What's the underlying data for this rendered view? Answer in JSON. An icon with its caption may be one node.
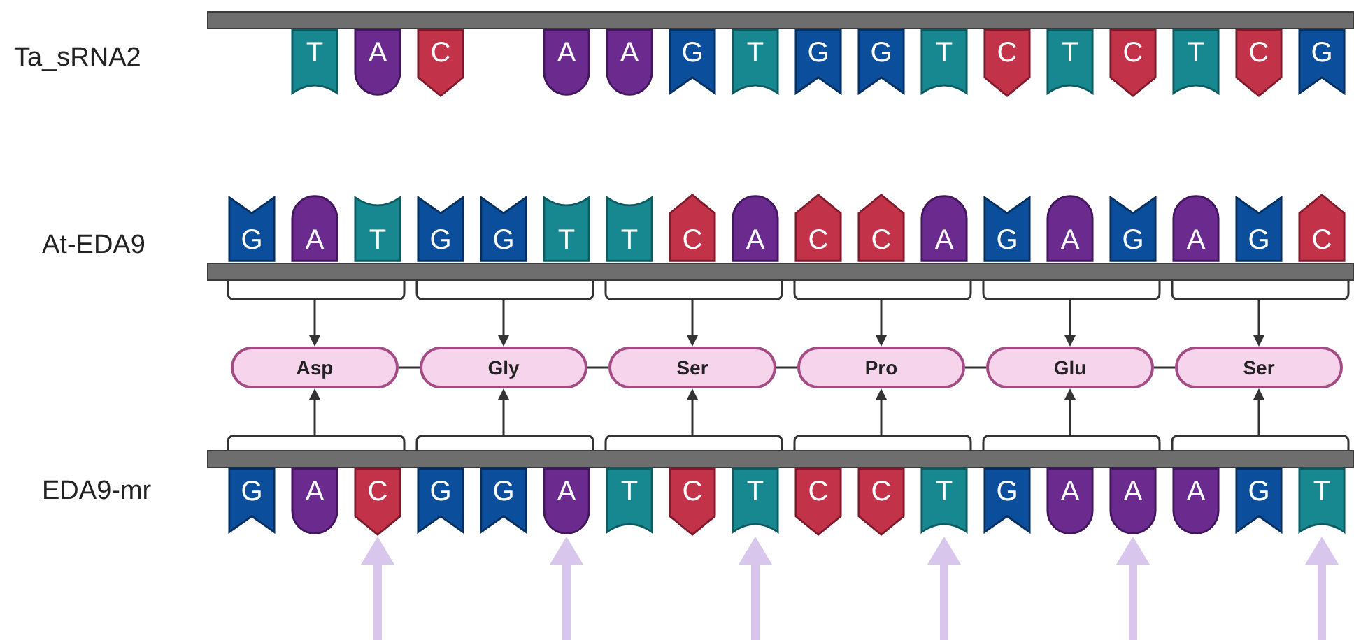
{
  "diagram": {
    "nodes": [
      {
        "text": [
          "T"
        ]
      },
      {
        "text": [
          "A"
        ]
      },
      {
        "text": [
          "C"
        ]
      },
      {
        "text": [
          "A"
        ]
      },
      {
        "text": [
          "A"
        ]
      },
      {
        "text": [
          "G"
        ]
      },
      {
        "text": [
          "T"
        ]
      },
      {
        "text": [
          "G"
        ]
      },
      {
        "text": [
          "G"
        ]
      },
      {
        "text": [
          "T"
        ]
      },
      {
        "text": [
          "C"
        ]
      },
      {
        "text": [
          "T"
        ]
      },
      {
        "text": [
          "C"
        ]
      },
      {
        "text": [
          "T"
        ]
      },
      {
        "text": [
          "C"
        ]
      },
      {
        "text": [
          "G"
        ]
      },
      {
        "text": [
          "G"
        ]
      },
      {
        "text": [
          "A"
        ]
      },
      {
        "text": [
          "T"
        ]
      },
      {
        "text": [
          "G"
        ]
      },
      {
        "text": [
          "G"
        ]
      },
      {
        "text": [
          "T"
        ]
      },
      {
        "text": [
          "T"
        ]
      },
      {
        "text": [
          "C"
        ]
      },
      {
        "text": [
          "A"
        ]
      },
      {
        "text": [
          "C"
        ]
      },
      {
        "text": [
          "C"
        ]
      },
      {
        "text": [
          "A"
        ]
      },
      {
        "text": [
          "G"
        ]
      },
      {
        "text": [
          "A"
        ]
      },
      {
        "text": [
          "G"
        ]
      },
      {
        "text": [
          "A"
        ]
      },
      {
        "text": [
          "G"
        ]
      },
      {
        "text": [
          "C"
        ]
      },
      {
        "text": [
          "Asp"
        ]
      },
      {
        "text": [
          "Gly"
        ]
      },
      {
        "text": [
          "Ser"
        ]
      },
      {
        "text": [
          "Pro"
        ]
      },
      {
        "text": [
          "Glu"
        ]
      },
      {
        "text": [
          "Ser"
        ]
      },
      {
        "text": [
          "G"
        ]
      },
      {
        "text": [
          "A"
        ]
      },
      {
        "text": [
          "C"
        ]
      },
      {
        "text": [
          "G"
        ]
      },
      {
        "text": [
          "G"
        ]
      },
      {
        "text": [
          "A"
        ]
      },
      {
        "text": [
          "T"
        ]
      },
      {
        "text": [
          "C"
        ]
      },
      {
        "text": [
          "T"
        ]
      },
      {
        "text": [
          "C"
        ]
      },
      {
        "text": [
          "C"
        ]
      },
      {
        "text": [
          "T"
        ]
      },
      {
        "text": [
          "G"
        ]
      },
      {
        "text": [
          "A"
        ]
      },
      {
        "text": [
          "A"
        ]
      },
      {
        "text": [
          "A"
        ]
      },
      {
        "text": [
          "G"
        ]
      },
      {
        "text": [
          "T"
        ]
      },
      {
        "text": [],
        "shape": "bracket"
      },
      {
        "text": [],
        "shape": "bracket"
      },
      {
        "text": [],
        "shape": "bracket"
      },
      {
        "text": [],
        "shape": "bracket"
      },
      {
        "text": [],
        "shape": "bracket"
      },
      {
        "text": [],
        "shape": "bracket"
      },
      {
        "text": [],
        "shape": "bracket"
      },
      {
        "text": [],
        "shape": "bracket"
      },
      {
        "text": [],
        "shape": "bracket"
      },
      {
        "text": [],
        "shape": "bracket"
      },
      {
        "text": [],
        "shape": "bracket"
      },
      {
        "text": [],
        "shape": "bracket"
      }
    ],
    "edges": [
      {
        "from": 58,
        "to": 34,
        "arrow": "to"
      },
      {
        "from": 59,
        "to": 35,
        "arrow": "to"
      },
      {
        "from": 60,
        "to": 36,
        "arrow": "to"
      },
      {
        "from": 61,
        "to": 37,
        "arrow": "to"
      },
      {
        "from": 62,
        "to": 38,
        "arrow": "to"
      },
      {
        "from": 63,
        "to": 39,
        "arrow": "to"
      },
      {
        "from": 64,
        "to": 34,
        "arrow": "to"
      },
      {
        "from": 65,
        "to": 35,
        "arrow": "to"
      },
      {
        "from": 66,
        "to": 36,
        "arrow": "to"
      },
      {
        "from": 67,
        "to": 37,
        "arrow": "to"
      },
      {
        "from": 68,
        "to": 38,
        "arrow": "to"
      },
      {
        "from": 69,
        "to": 39,
        "arrow": "to"
      },
      {
        "from": 34,
        "to": 35,
        "arrow": "none"
      },
      {
        "from": 35,
        "to": 36,
        "arrow": "none"
      },
      {
        "from": 36,
        "to": 37,
        "arrow": "none"
      },
      {
        "from": 37,
        "to": 38,
        "arrow": "none"
      },
      {
        "from": 38,
        "to": 39,
        "arrow": "none"
      },
      {
        "from": null,
        "to": 42,
        "arrow": "to",
        "style": "thick",
        "color": "#d9c6ec"
      },
      {
        "from": null,
        "to": 45,
        "arrow": "to",
        "style": "thick",
        "color": "#d9c6ec"
      },
      {
        "from": null,
        "to": 48,
        "arrow": "to",
        "style": "thick",
        "color": "#d9c6ec"
      },
      {
        "from": null,
        "to": 51,
        "arrow": "to",
        "style": "thick",
        "color": "#d9c6ec"
      },
      {
        "from": null,
        "to": 54,
        "arrow": "to",
        "style": "thick",
        "color": "#d9c6ec"
      },
      {
        "from": null,
        "to": 57,
        "arrow": "to",
        "style": "thick",
        "color": "#d9c6ec"
      }
    ],
    "labels": [
      "Ta_sRNA2",
      "At-EDA9",
      "EDA9-mr"
    ]
  }
}
